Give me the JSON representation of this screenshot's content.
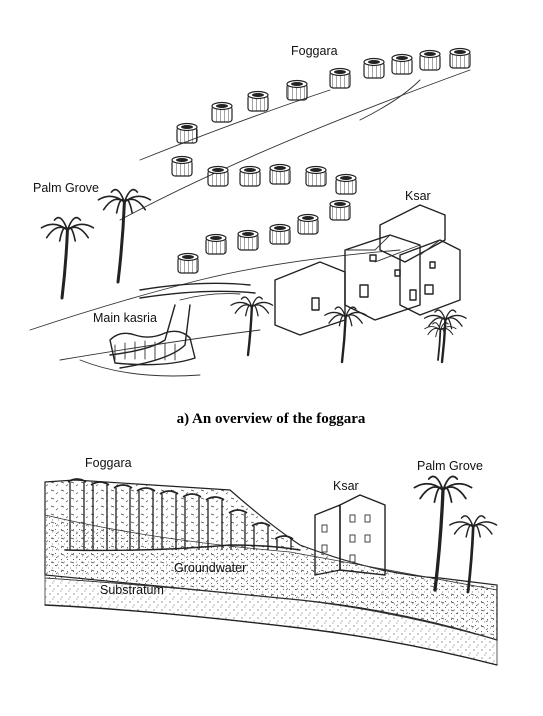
{
  "overview": {
    "label_foggara": "Foggara",
    "label_palm_grove": "Palm Grove",
    "label_ksar": "Ksar",
    "label_main_kasria": "Main kasria",
    "caption": "a) An overview of the foggara"
  },
  "section": {
    "label_foggara": "Foggara",
    "label_ksar": "Ksar",
    "label_palm_grove": "Palm Grove",
    "label_groundwater": "Groundwater",
    "label_substratum": "Substratum"
  }
}
